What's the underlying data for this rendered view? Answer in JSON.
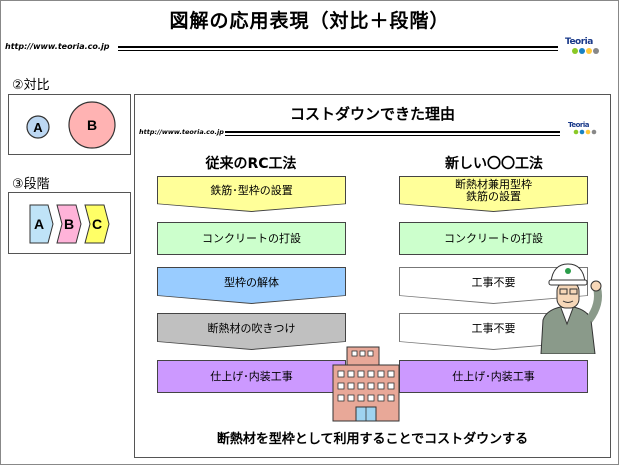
{
  "header": {
    "title": "図解の応用表現（対比＋段階）",
    "url": "http://www.teoria.co.jp",
    "logo": "Teoria"
  },
  "sidebar": {
    "contrast": {
      "label": "②対比",
      "a": "A",
      "b": "B"
    },
    "stages": {
      "label": "③段階",
      "items": [
        "A",
        "B",
        "C"
      ]
    }
  },
  "panel": {
    "title": "コストダウンできた理由",
    "url": "http://www.teoria.co.jp",
    "logo": "Teoria",
    "left": {
      "heading": "従来のRC工法",
      "steps": [
        "鉄筋･型枠の設置",
        "コンクリートの打設",
        "型枠の解体",
        "断熱材の吹きつけ",
        "仕上げ･内装工事"
      ]
    },
    "right": {
      "heading": "新しい〇〇工法",
      "steps": [
        "断熱材兼用型枠\n鉄筋の設置",
        "コンクリートの打設",
        "工事不要",
        "工事不要",
        "仕上げ･内装工事"
      ]
    },
    "footer": "断熱材を型枠として利用することでコストダウンする"
  },
  "colors": {
    "yellow": "#ffff99",
    "green": "#ccffcc",
    "blue": "#99ccff",
    "gray": "#c0c0c0",
    "purple": "#cc99ff",
    "pink": "#ffb3b3",
    "building": "#e8a898"
  }
}
